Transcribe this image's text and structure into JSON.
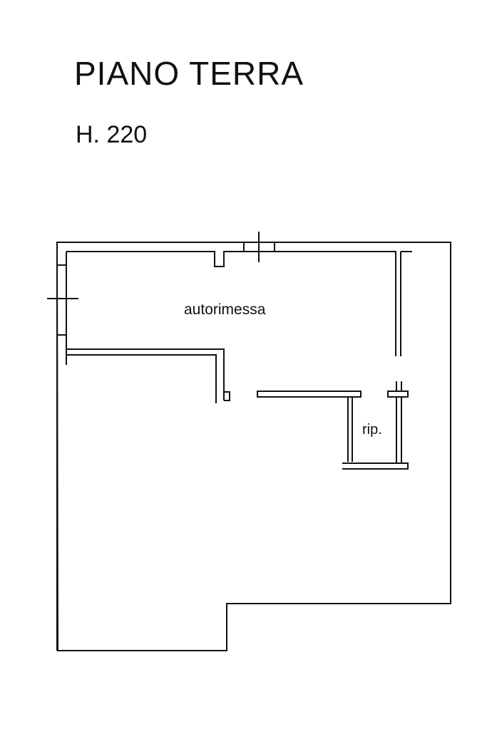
{
  "plan": {
    "title": "PIANO TERRA",
    "height_label": "H. 220",
    "rooms": [
      {
        "id": "autorimessa",
        "label": "autorimessa"
      },
      {
        "id": "rip",
        "label": "rip."
      }
    ],
    "colors": {
      "line": "#111111",
      "background": "#ffffff"
    }
  }
}
